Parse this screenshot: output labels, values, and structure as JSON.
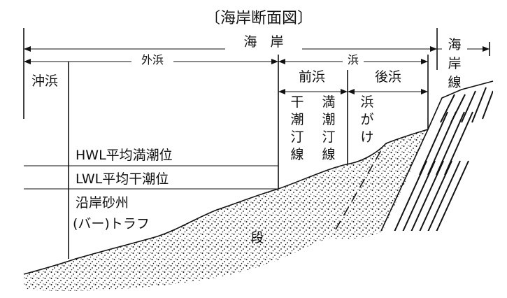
{
  "title": "〔海岸断面図〕",
  "coast_label": "海　岸",
  "offshore_zone_label": "外浜",
  "beach_label": "浜",
  "shoreline_label": [
    "海",
    "岸",
    "線"
  ],
  "nearshore_label": "沖浜",
  "foreshore_label": "前浜",
  "backshore_label": "後浜",
  "low_tide_line_label": [
    "干",
    "潮",
    "汀",
    "線"
  ],
  "high_tide_line_label": [
    "満",
    "潮",
    "汀",
    "線"
  ],
  "beach_scarp_label": [
    "浜",
    "が",
    "け"
  ],
  "hwl_label": "HWL平均満潮位",
  "lwl_label": "LWL平均干潮位",
  "bar_label_line1": "沿岸砂州",
  "bar_label_line2": "(バー)トラフ",
  "step_label": "段"
}
